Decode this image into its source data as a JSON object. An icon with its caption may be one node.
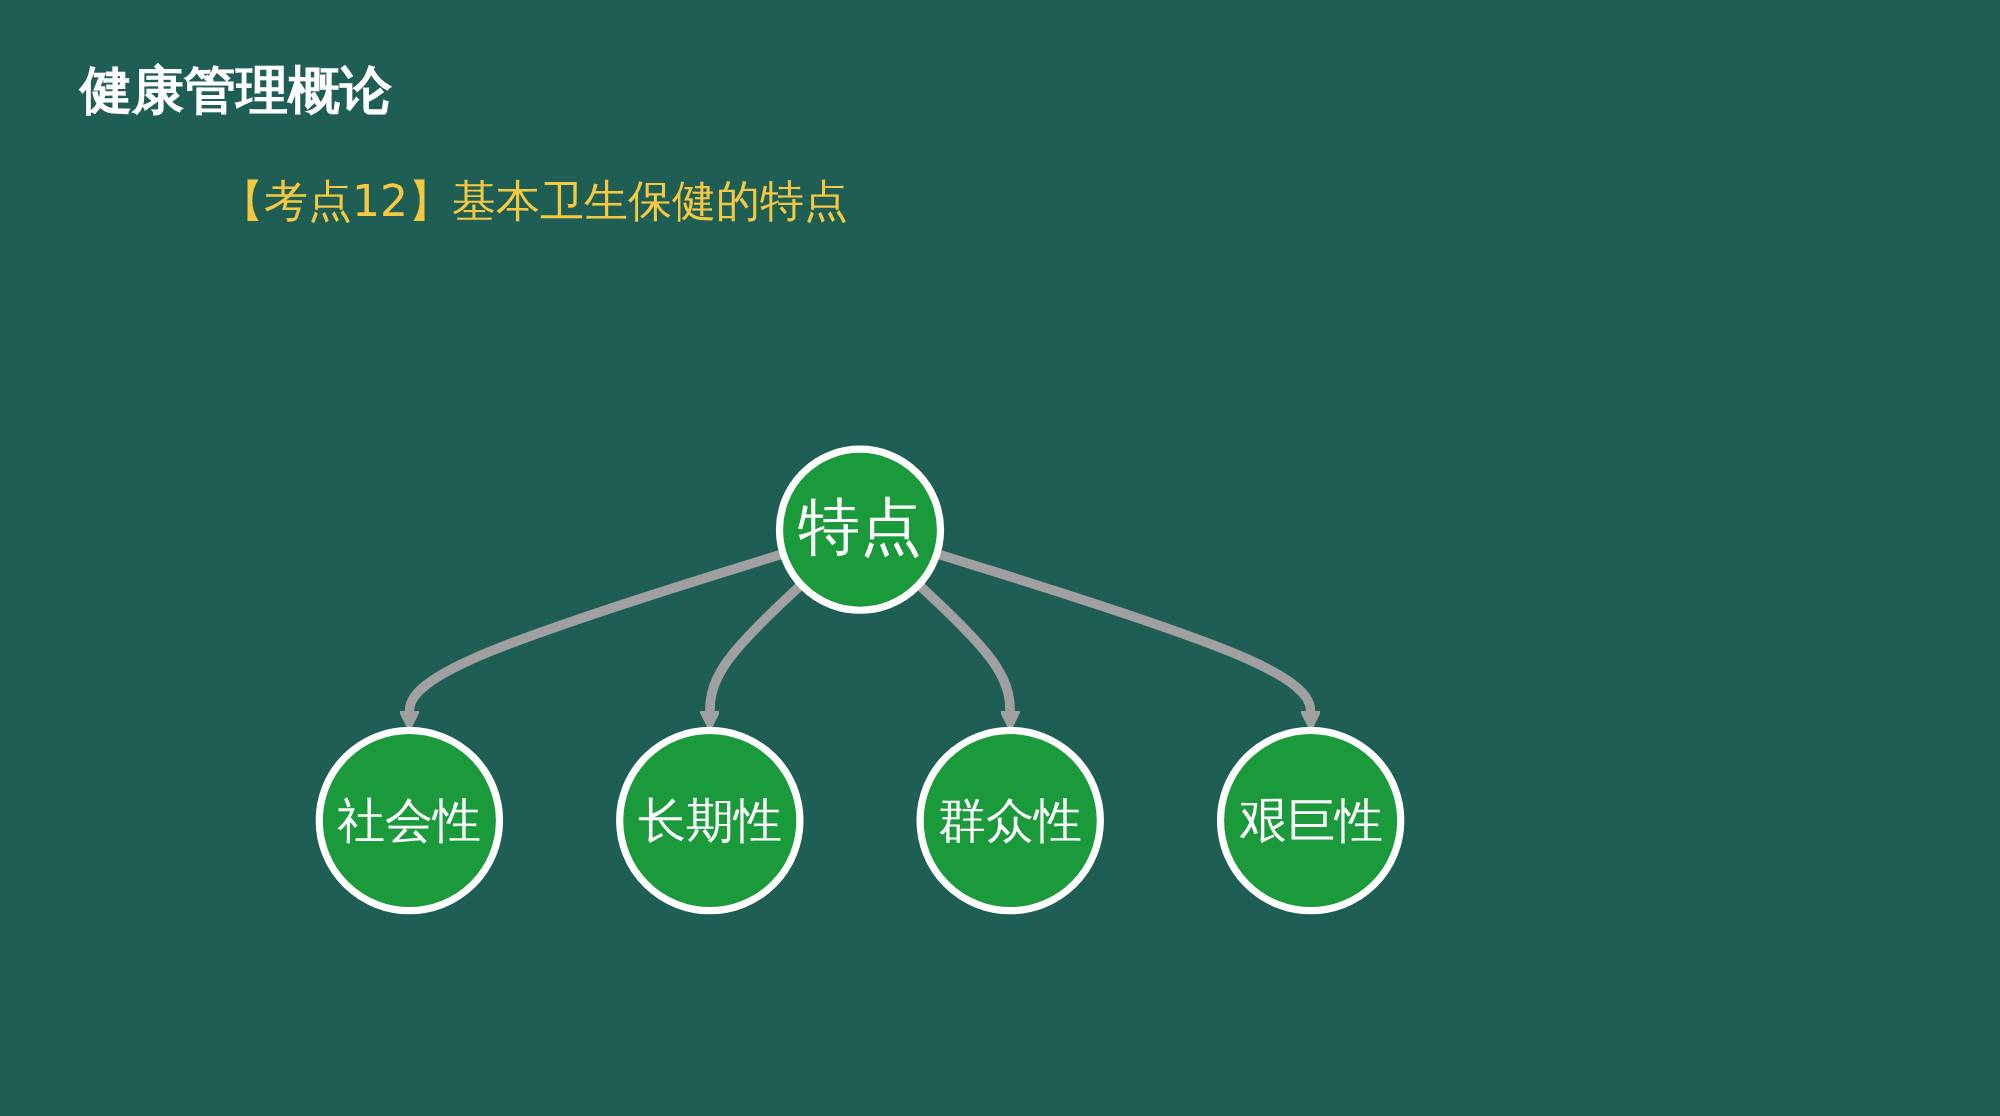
{
  "diagram": {
    "title": "健康管理概论",
    "nodes": [
      {
        "text": [
          "社会性"
        ]
      },
      {
        "text": [
          "长期性"
        ]
      },
      {
        "text": [
          "特点"
        ]
      },
      {
        "text": [
          "群众性"
        ]
      },
      {
        "text": [
          "艰巨性"
        ]
      }
    ],
    "edges": [
      {
        "from": 2,
        "to": 0,
        "arrow": "to"
      },
      {
        "from": 2,
        "to": 1,
        "arrow": "to"
      },
      {
        "from": 2,
        "to": 3,
        "arrow": "to"
      },
      {
        "from": 2,
        "to": 4,
        "arrow": "to"
      }
    ],
    "labels": [
      "【考点12】基本卫生保健的特点"
    ]
  }
}
